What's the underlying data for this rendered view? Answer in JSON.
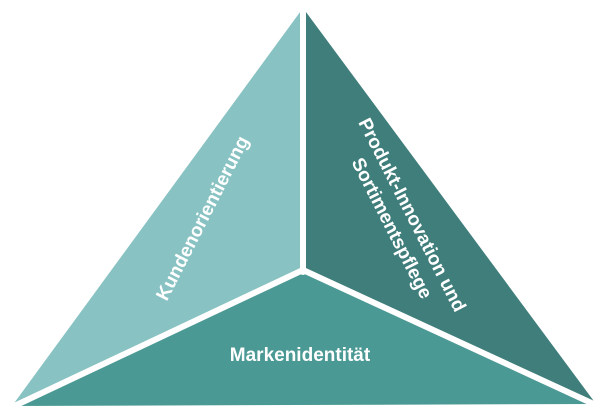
{
  "diagram": {
    "segments": [
      {
        "id": "left",
        "label": "Kundenorientierung",
        "color": "#88c2c2"
      },
      {
        "id": "right",
        "label_lines": [
          "Produkt-Innovation und",
          "Sortimentspflege"
        ],
        "color": "#3f7e7b"
      },
      {
        "id": "bottom",
        "label": "Markenidentität",
        "color": "#4b9994"
      }
    ],
    "divider_color": "#ffffff"
  }
}
